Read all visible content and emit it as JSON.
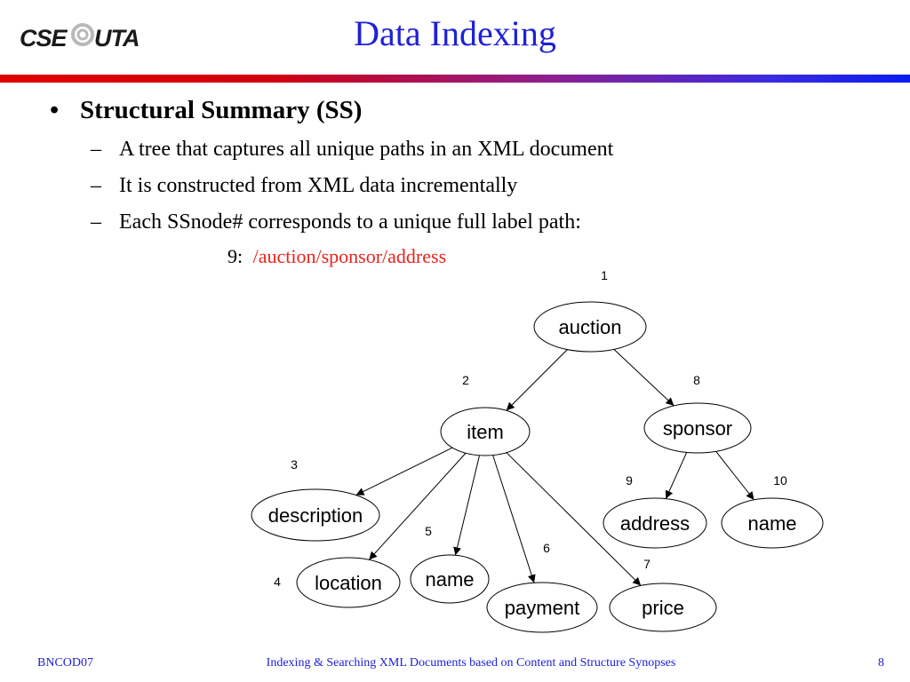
{
  "header": {
    "logo": {
      "left": "CSE",
      "right": "UTA"
    },
    "title": "Data Indexing"
  },
  "content": {
    "bullet": "Structural Summary (SS)",
    "sub_items": [
      "A tree that captures all unique paths in an XML document",
      "It is constructed from XML data incrementally",
      "Each SSnode# corresponds to a unique full label path:"
    ],
    "example": {
      "number": "9:",
      "path": "/auction/sponsor/address"
    }
  },
  "tree": {
    "nodes": [
      {
        "id": 1,
        "label": "auction",
        "number": "1"
      },
      {
        "id": 2,
        "label": "item",
        "number": "2"
      },
      {
        "id": 8,
        "label": "sponsor",
        "number": "8"
      },
      {
        "id": 3,
        "label": "description",
        "number": "3"
      },
      {
        "id": 4,
        "label": "location",
        "number": "4"
      },
      {
        "id": 5,
        "label": "name",
        "number": "5"
      },
      {
        "id": 6,
        "label": "payment",
        "number": "6"
      },
      {
        "id": 7,
        "label": "price",
        "number": "7"
      },
      {
        "id": 9,
        "label": "address",
        "number": "9"
      },
      {
        "id": 10,
        "label": "name",
        "number": "10"
      }
    ],
    "edges": [
      [
        1,
        2
      ],
      [
        1,
        8
      ],
      [
        2,
        3
      ],
      [
        2,
        4
      ],
      [
        2,
        5
      ],
      [
        2,
        6
      ],
      [
        2,
        7
      ],
      [
        8,
        9
      ],
      [
        8,
        10
      ]
    ]
  },
  "footer": {
    "left": "BNCOD07",
    "center": "Indexing & Searching XML Documents based on Content and Structure Synopses",
    "page": "8"
  },
  "colors": {
    "title": "#1f21d6",
    "path": "#e8241c",
    "footer": "#1f21d6"
  }
}
